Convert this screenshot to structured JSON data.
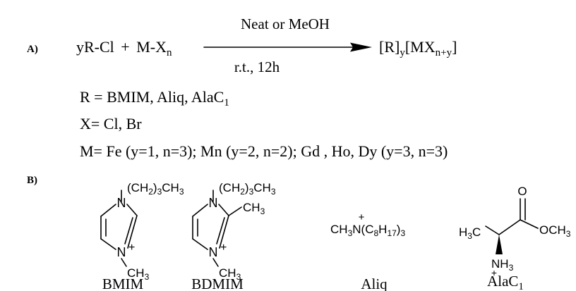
{
  "section_a": {
    "label": "A)",
    "reactants": [
      "yR-Cl",
      "+",
      "M-X",
      "n"
    ],
    "conditions_top": "Neat or MeOH",
    "conditions_bottom": "r.t., 12h",
    "product": [
      "[R]",
      "y",
      "[MX",
      "n+y",
      "]"
    ],
    "r_line": [
      "R = BMIM, Aliq, AlaC",
      "1"
    ],
    "x_line": "X= Cl, Br",
    "m_line": "M= Fe (y=1, n=3); Mn (y=2, n=2); Gd , Ho, Dy (y=3, n=3)"
  },
  "section_b": {
    "label": "B)",
    "structures": [
      {
        "name": "BMIM",
        "substituent_top": [
          "(CH",
          "2",
          ")",
          "3",
          "CH",
          "3"
        ],
        "n_top": "N",
        "n_bottom": "N",
        "charge": "+",
        "methyl": [
          "CH",
          "3"
        ]
      },
      {
        "name": "BDMIM",
        "substituent_top": [
          "(CH",
          "2",
          ")",
          "3",
          "CH",
          "3"
        ],
        "n_top": "N",
        "n_bottom": "N",
        "charge": "+",
        "methyl": [
          "CH",
          "3"
        ],
        "c2_methyl": [
          "CH",
          "3"
        ]
      },
      {
        "name": "Aliq",
        "formula": [
          "CH",
          "3",
          "N(C",
          "8",
          "H",
          "17",
          ")",
          "3"
        ],
        "charge": "+"
      },
      {
        "name": [
          "AlaC",
          "1"
        ],
        "methyl_left": [
          "H",
          "3",
          "C"
        ],
        "carbonyl_o": "O",
        "ester": [
          "OCH",
          "3"
        ],
        "amine": [
          "NH",
          "3"
        ],
        "charge": "+"
      }
    ]
  }
}
